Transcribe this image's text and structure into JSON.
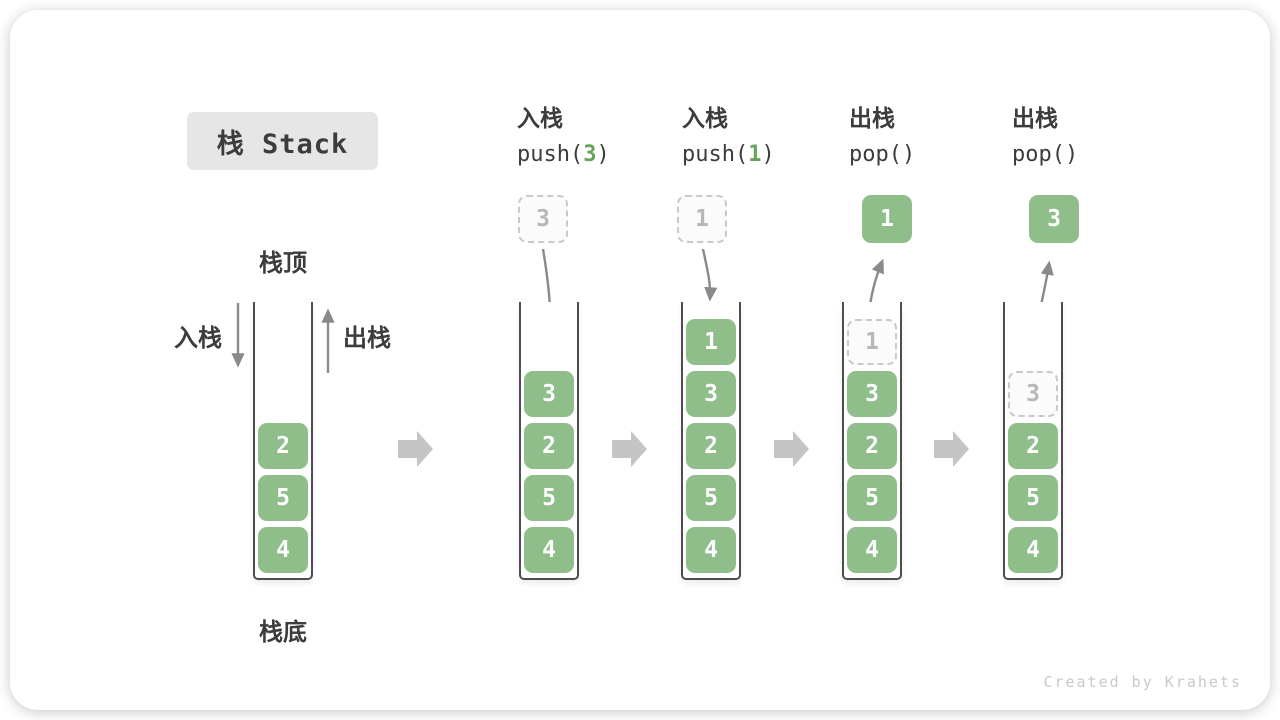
{
  "title": "栈 Stack",
  "watermark": "Created by Krahets",
  "side_labels": {
    "stack_top": "栈顶",
    "stack_bottom": "栈底",
    "push": "入栈",
    "pop": "出栈"
  },
  "colors": {
    "box_green": "#8FBE8B",
    "code_green": "#67A35B",
    "arrow_gray": "#8A8A8A",
    "block_arrow_gray": "#C5C5C5",
    "dashed_border": "#C9C9C9",
    "dashed_text": "#B7B7B7",
    "wall_dark": "#4D4D4D",
    "title_bg": "#E6E6E6",
    "text_dark": "#3C3C3C",
    "watermark_gray": "#C9C9C9"
  },
  "operations": [
    {
      "name": "入栈",
      "code_pre": "push(",
      "code_arg": "3",
      "code_post": ")"
    },
    {
      "name": "入栈",
      "code_pre": "push(",
      "code_arg": "1",
      "code_post": ")"
    },
    {
      "name": "出栈",
      "code_pre": "pop(",
      "code_arg": "",
      "code_post": ")"
    },
    {
      "name": "出栈",
      "code_pre": "pop(",
      "code_arg": "",
      "code_post": ")"
    }
  ],
  "floating_boxes": [
    {
      "value": "3",
      "style": "dashed"
    },
    {
      "value": "1",
      "style": "dashed"
    },
    {
      "value": "1",
      "style": "solid"
    },
    {
      "value": "3",
      "style": "solid"
    }
  ],
  "stacks": [
    {
      "items": [
        {
          "value": "2",
          "style": "solid"
        },
        {
          "value": "5",
          "style": "solid"
        },
        {
          "value": "4",
          "style": "solid"
        }
      ]
    },
    {
      "items": [
        {
          "value": "3",
          "style": "solid"
        },
        {
          "value": "2",
          "style": "solid"
        },
        {
          "value": "5",
          "style": "solid"
        },
        {
          "value": "4",
          "style": "solid"
        }
      ]
    },
    {
      "items": [
        {
          "value": "1",
          "style": "solid"
        },
        {
          "value": "3",
          "style": "solid"
        },
        {
          "value": "2",
          "style": "solid"
        },
        {
          "value": "5",
          "style": "solid"
        },
        {
          "value": "4",
          "style": "solid"
        }
      ]
    },
    {
      "items": [
        {
          "value": "1",
          "style": "dashed"
        },
        {
          "value": "3",
          "style": "solid"
        },
        {
          "value": "2",
          "style": "solid"
        },
        {
          "value": "5",
          "style": "solid"
        },
        {
          "value": "4",
          "style": "solid"
        }
      ]
    },
    {
      "items": [
        {
          "value": "3",
          "style": "dashed"
        },
        {
          "value": "2",
          "style": "solid"
        },
        {
          "value": "5",
          "style": "solid"
        },
        {
          "value": "4",
          "style": "solid"
        }
      ]
    }
  ]
}
